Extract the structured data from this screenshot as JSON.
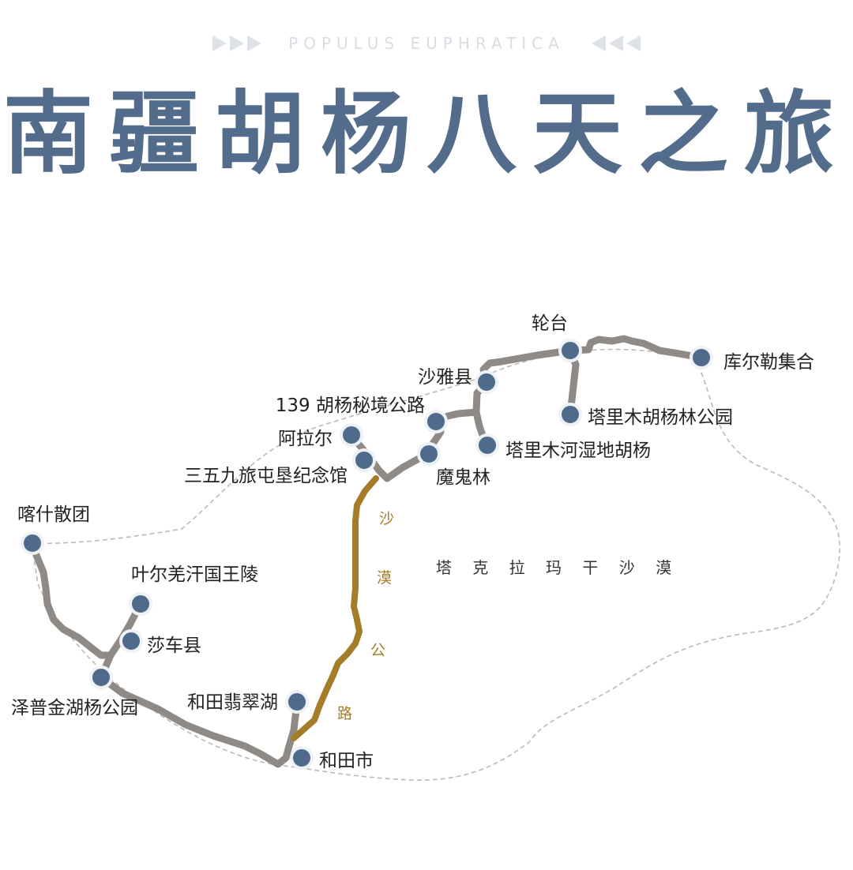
{
  "subtitle": "POPULUS EUPHRATICA",
  "title": "南疆胡杨八天之旅",
  "desert_label": "塔 克 拉 玛 干 沙 漠",
  "road_chars": [
    "沙",
    "漠",
    "公",
    "路"
  ],
  "colors": {
    "title": "#536c8c",
    "marker": "#4f6a8a",
    "route": "#8f8a85",
    "desert_road": "#a57d28",
    "boundary": "#c2b8b0"
  },
  "places": [
    {
      "id": "luntai",
      "name": "轮台"
    },
    {
      "id": "kuerle",
      "name": "库尔勒集合"
    },
    {
      "id": "shaya",
      "name": "沙雅县"
    },
    {
      "id": "talimu-park",
      "name": "塔里木胡杨林公园"
    },
    {
      "id": "road139",
      "name": "139 胡杨秘境公路"
    },
    {
      "id": "alaer",
      "name": "阿拉尔"
    },
    {
      "id": "talimu-wetland",
      "name": "塔里木河湿地胡杨"
    },
    {
      "id": "memorial359",
      "name": "三五九旅屯垦纪念馆"
    },
    {
      "id": "moguilin",
      "name": "魔鬼林"
    },
    {
      "id": "kashi",
      "name": "喀什散团"
    },
    {
      "id": "yeerqiang",
      "name": "叶尔羌汗国王陵"
    },
    {
      "id": "shache",
      "name": "莎车县"
    },
    {
      "id": "zepu",
      "name": "泽普金湖杨公园"
    },
    {
      "id": "hetian-lake",
      "name": "和田翡翠湖"
    },
    {
      "id": "hetian",
      "name": "和田市"
    }
  ]
}
